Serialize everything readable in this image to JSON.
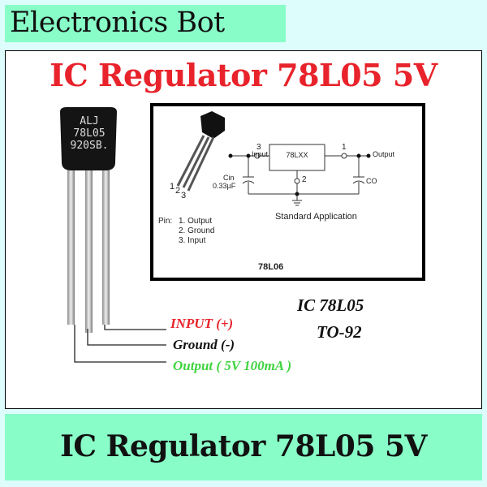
{
  "brand": {
    "name": "Electronics Bot"
  },
  "title": "IC Regulator 78L05 5V",
  "component": {
    "marking": [
      "ALJ",
      "78L05",
      "920SB."
    ]
  },
  "datasheet": {
    "pin_numbers": [
      "1",
      "2",
      "3"
    ],
    "pin_heading": "Pin:",
    "pins": [
      "1. Output",
      "2. Ground",
      "3. Input"
    ],
    "schematic": {
      "input_label": "Input",
      "output_label": "Output",
      "chip_label": "78LXX",
      "pin_in": "3",
      "pin_out": "1",
      "pin_gnd": "2",
      "cin_label": "Cin",
      "cin_value": "0.33µF",
      "co_label": "CO"
    },
    "caption": "Standard Application",
    "part_label": "78L06"
  },
  "pin_labels": [
    {
      "text": "INPUT (+)",
      "color": "#e8232b"
    },
    {
      "text": "Ground (-)",
      "color": "#111111"
    },
    {
      "text": "Output ( 5V 100mA )",
      "color": "#3fd43f"
    }
  ],
  "package": {
    "name": "IC 78L05",
    "type": "TO-92"
  },
  "footer": {
    "title": "IC Regulator 78L05 5V"
  },
  "colors": {
    "background": "#dcfdfb",
    "banner": "#88fdc8",
    "title_red": "#e8232b"
  }
}
